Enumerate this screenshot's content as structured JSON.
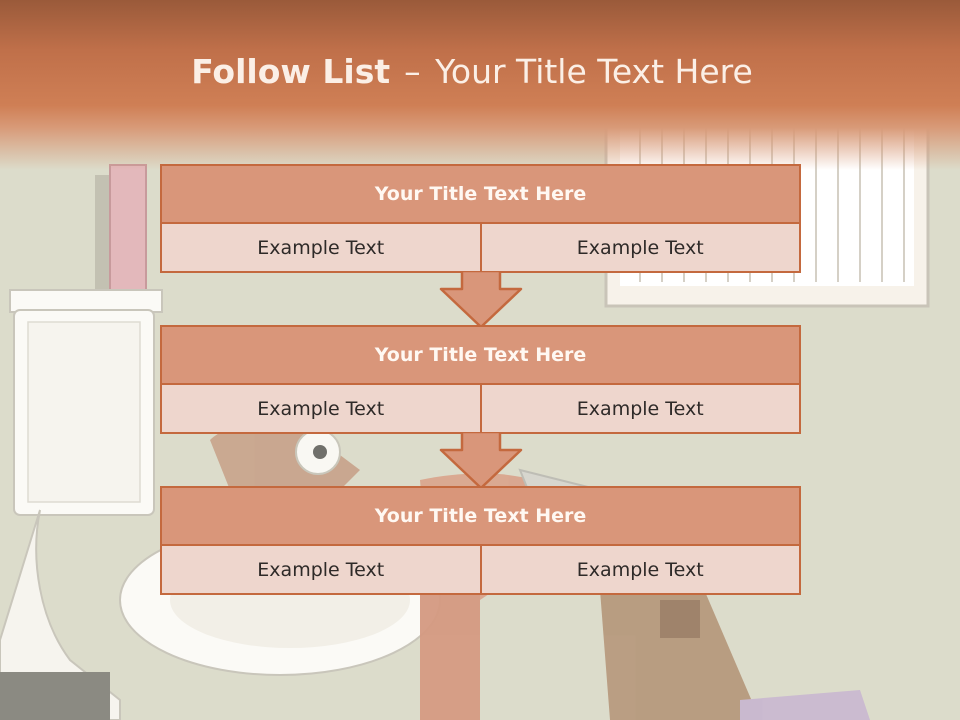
{
  "slide": {
    "title_bold": "Follow List",
    "title_dash": "–",
    "title_rest": "Your Title Text Here"
  },
  "blocks": [
    {
      "title": "Your Title Text Here",
      "cells": [
        "Example Text",
        "Example Text"
      ]
    },
    {
      "title": "Your Title Text Here",
      "cells": [
        "Example Text",
        "Example Text"
      ]
    },
    {
      "title": "Your Title Text Here",
      "cells": [
        "Example Text",
        "Example Text"
      ]
    }
  ],
  "colors": {
    "header_brown": "#c0704a",
    "block_border": "#c4693e",
    "block_head_fill": "#d9967a",
    "block_cell_fill": "#eed6cd",
    "background": "#dcdccb"
  },
  "background_illustration": "cartoon-plumber-at-toilet-icon"
}
